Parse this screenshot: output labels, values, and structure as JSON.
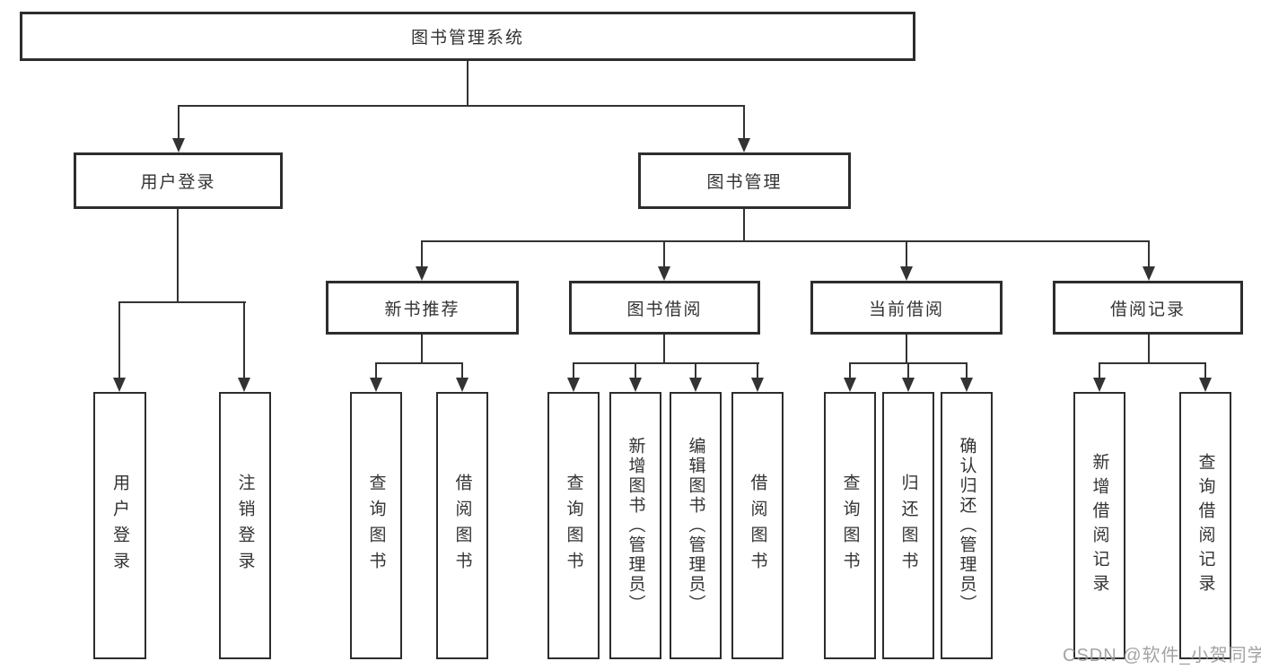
{
  "diagram": {
    "type": "hierarchy-tree",
    "title": "图书管理系统",
    "colors": {
      "background": "#ffffff",
      "box_border": "#2d2d2d",
      "line": "#333333",
      "text": "#333333",
      "watermark": "#9a9a9a"
    },
    "root": {
      "label": "图书管理系统"
    },
    "level2": [
      {
        "label": "用户登录"
      },
      {
        "label": "图书管理"
      }
    ],
    "level3": [
      {
        "label": "新书推荐",
        "parent": "图书管理"
      },
      {
        "label": "图书借阅",
        "parent": "图书管理"
      },
      {
        "label": "当前借阅",
        "parent": "图书管理"
      },
      {
        "label": "借阅记录",
        "parent": "图书管理"
      }
    ],
    "leaves": [
      {
        "label": "用户登录",
        "parent": "用户登录"
      },
      {
        "label": "注销登录",
        "parent": "用户登录"
      },
      {
        "label": "查询图书",
        "parent": "新书推荐"
      },
      {
        "label": "借阅图书",
        "parent": "新书推荐"
      },
      {
        "label": "查询图书",
        "parent": "图书借阅"
      },
      {
        "label": "新增图书（管理员）",
        "parent": "图书借阅"
      },
      {
        "label": "编辑图书（管理员）",
        "parent": "图书借阅"
      },
      {
        "label": "借阅图书",
        "parent": "图书借阅"
      },
      {
        "label": "查询图书",
        "parent": "当前借阅"
      },
      {
        "label": "归还图书",
        "parent": "当前借阅"
      },
      {
        "label": "确认归还（管理员）",
        "parent": "当前借阅"
      },
      {
        "label": "新增借阅记录",
        "parent": "借阅记录"
      },
      {
        "label": "查询借阅记录",
        "parent": "借阅记录"
      }
    ],
    "watermark": "CSDN @软件_小贺同学"
  }
}
